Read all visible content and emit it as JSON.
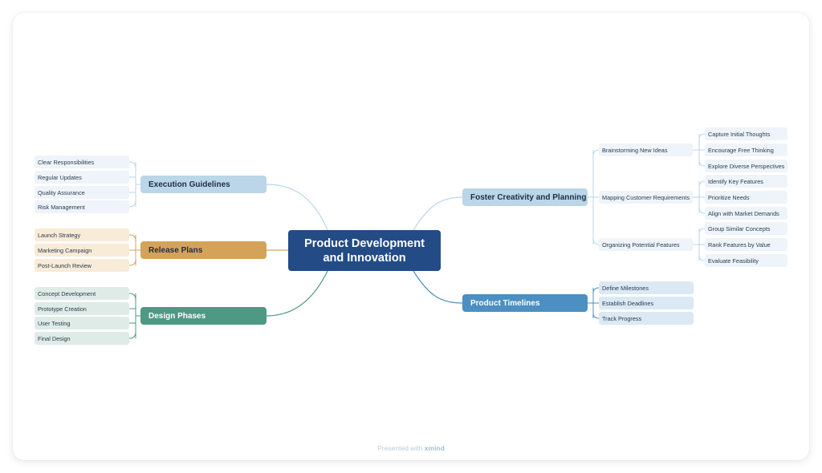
{
  "center": {
    "line1": "Product Development",
    "line2": "and Innovation"
  },
  "left_branches": {
    "execution": {
      "label": "Execution Guidelines",
      "color": "#bad6e8",
      "items": [
        "Clear Responsibilities",
        "Regular Updates",
        "Quality Assurance",
        "Risk Management"
      ]
    },
    "release": {
      "label": "Release Plans",
      "color": "#d4a35a",
      "items": [
        "Launch Strategy",
        "Marketing Campaign",
        "Post-Launch Review"
      ]
    },
    "design": {
      "label": "Design Phases",
      "color": "#4f9883",
      "items": [
        "Concept Development",
        "Prototype Creation",
        "User Testing",
        "Final Design"
      ]
    }
  },
  "right_branches": {
    "foster": {
      "label": "Foster Creativity and Planning",
      "color": "#bad6e8",
      "groups": [
        {
          "label": "Brainstorming New Ideas",
          "items": [
            "Capture Initial Thoughts",
            "Encourage Free Thinking",
            "Explore Diverse Perspectives"
          ]
        },
        {
          "label": "Mapping Customer Requirements",
          "items": [
            "Identify Key Features",
            "Prioritize Needs",
            "Align with Market Demands"
          ]
        },
        {
          "label": "Organizing Potential Features",
          "items": [
            "Group Similar Concepts",
            "Rank Features by Value",
            "Evaluate Feasibility"
          ]
        }
      ]
    },
    "timelines": {
      "label": "Product Timelines",
      "color": "#4c8fc2",
      "items": [
        "Define Milestones",
        "Establish Deadlines",
        "Track Progress"
      ]
    }
  },
  "footer": {
    "prefix": "Presented with",
    "brand": "xmind"
  }
}
